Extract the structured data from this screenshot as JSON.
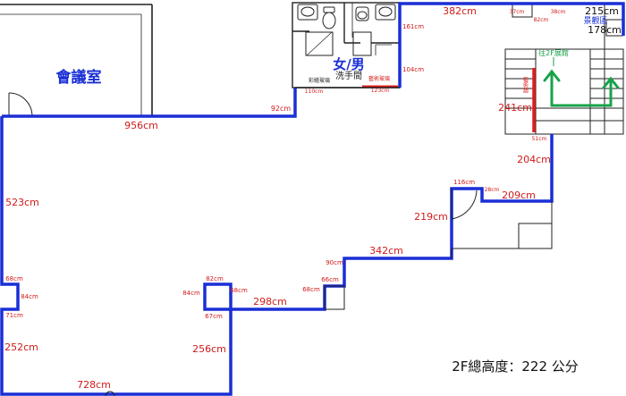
{
  "colors": {
    "wall": "#1a2fd6",
    "thin": "#222222",
    "dim_red": "#d11a1a",
    "dim_blue": "#1a2fd6",
    "green": "#16a34a",
    "exhibit": "#e11d1d"
  },
  "rooms": {
    "meeting": "會議室",
    "restroom_title": "女/男",
    "restroom_sub": "洗手間",
    "scenic": "景觀區",
    "to_exhibition": "往2F展館",
    "art_wall_vertical": "藝術牆"
  },
  "signs": {
    "color_glass": "彩繪玻璃",
    "art_glass": "藝術玻璃"
  },
  "dimensions": {
    "d956": "956cm",
    "d523": "523cm",
    "d252": "252cm",
    "d728": "728cm",
    "d382": "382cm",
    "d215": "215cm",
    "d178": "178cm",
    "d241": "241cm",
    "d204": "204cm",
    "d209": "209cm",
    "d219": "219cm",
    "d342": "342cm",
    "d298": "298cm",
    "d256": "256cm",
    "d92": "92cm",
    "d161": "161cm",
    "d104": "104cm",
    "d110": "110cm",
    "d123": "123cm",
    "d37": "37cm",
    "d82_top": "82cm",
    "d38": "38cm",
    "d51": "51cm",
    "d116": "116cm",
    "d28": "28cm",
    "d90": "90cm",
    "d66": "66cm",
    "d68_right": "68cm",
    "d68_left": "68cm",
    "d84_left": "84cm",
    "d71": "71cm",
    "d82_col": "82cm",
    "d84_col": "84cm",
    "d68_col": "68cm",
    "d67": "67cm"
  },
  "footer": "2F總高度：222 公分"
}
